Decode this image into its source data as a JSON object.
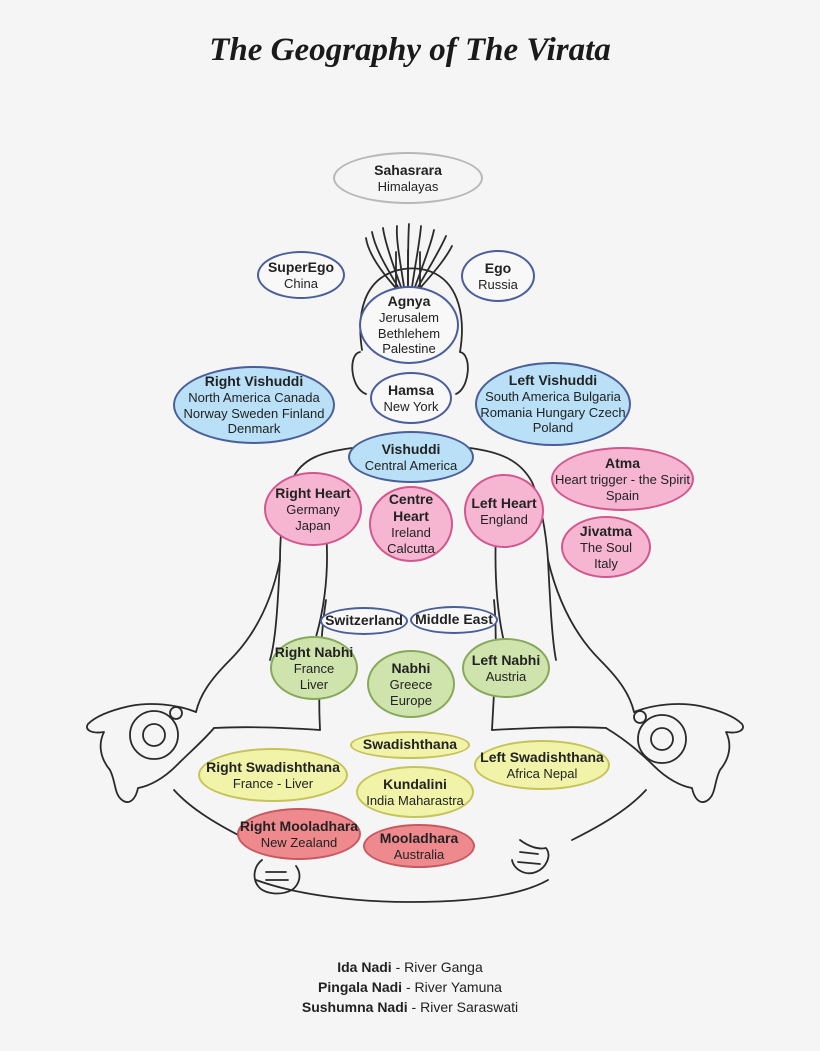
{
  "title": "The Geography of The Virata",
  "colors": {
    "grey": "#f5f5f5",
    "white": "#f8f8f8",
    "blue": "#b9e0f7",
    "pink": "#f6b6d2",
    "green": "#cfe3ad",
    "yellow": "#f1f3a9",
    "red": "#ee8a8e"
  },
  "centers": {
    "sahasrara": {
      "name": "Sahasrara",
      "places": "Himalayas"
    },
    "superego": {
      "name": "SuperEgo",
      "places": "China"
    },
    "ego": {
      "name": "Ego",
      "places": "Russia"
    },
    "agnya": {
      "name": "Agnya",
      "places": "Jerusalem\nBethlehem\nPalestine"
    },
    "right_vishuddi": {
      "name": "Right Vishuddi",
      "places": "North America Canada\nNorway Sweden Finland\nDenmark"
    },
    "hamsa": {
      "name": "Hamsa",
      "places": "New York"
    },
    "left_vishuddi": {
      "name": "Left Vishuddi",
      "places": "South America Bulgaria\nRomania Hungary Czech\nPoland"
    },
    "vishuddi": {
      "name": "Vishuddi",
      "places": "Central America"
    },
    "atma": {
      "name": "Atma",
      "places": "Heart trigger - the Spirit\nSpain"
    },
    "right_heart": {
      "name": "Right Heart",
      "places": "Germany\nJapan"
    },
    "centre_heart": {
      "name": "Centre Heart",
      "places": "Ireland\nCalcutta"
    },
    "left_heart": {
      "name": "Left Heart",
      "places": "England"
    },
    "jivatma": {
      "name": "Jivatma",
      "places": "The Soul\nItaly"
    },
    "switzerland": {
      "name": "Switzerland",
      "places": ""
    },
    "middle_east": {
      "name": "Middle East",
      "places": ""
    },
    "right_nabhi": {
      "name": "Right Nabhi",
      "places": "France\nLiver"
    },
    "nabhi": {
      "name": "Nabhi",
      "places": "Greece\nEurope"
    },
    "left_nabhi": {
      "name": "Left Nabhi",
      "places": "Austria"
    },
    "swadishthana": {
      "name": "Swadishthana",
      "places": ""
    },
    "right_swadishthana": {
      "name": "Right Swadishthana",
      "places": "France - Liver"
    },
    "kundalini": {
      "name": "Kundalini",
      "places": "India Maharastra"
    },
    "left_swadishthana": {
      "name": "Left Swadishthana",
      "places": "Africa Nepal"
    },
    "right_mooladhara": {
      "name": "Right Mooladhara",
      "places": "New Zealand"
    },
    "mooladhara": {
      "name": "Mooladhara",
      "places": "Australia"
    }
  },
  "legend": [
    {
      "nadi": "Ida Nadi",
      "river": " - River Ganga"
    },
    {
      "nadi": "Pingala Nadi",
      "river": " - River Yamuna"
    },
    {
      "nadi": "Sushumna Nadi",
      "river": " - River Saraswati"
    }
  ]
}
